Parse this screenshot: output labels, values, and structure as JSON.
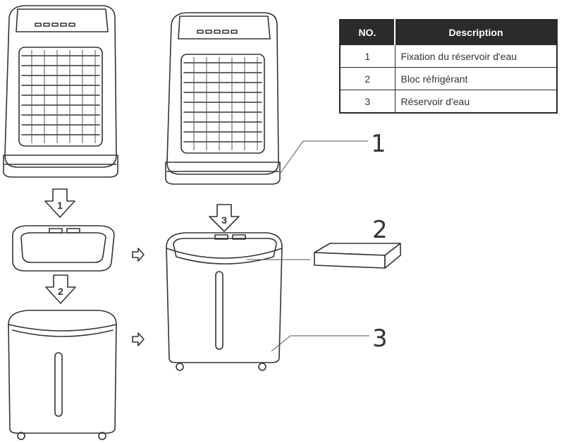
{
  "table": {
    "headers": {
      "no": "NO.",
      "description": "Description"
    },
    "rows": [
      {
        "no": "1",
        "description": "Fixation du réservoir d'eau"
      },
      {
        "no": "2",
        "description": "Bloc réfrigérant"
      },
      {
        "no": "3",
        "description": "Réservoir d'eau"
      }
    ]
  },
  "step_arrows": [
    "1",
    "2",
    "3"
  ],
  "callouts": [
    "1",
    "2",
    "3"
  ]
}
